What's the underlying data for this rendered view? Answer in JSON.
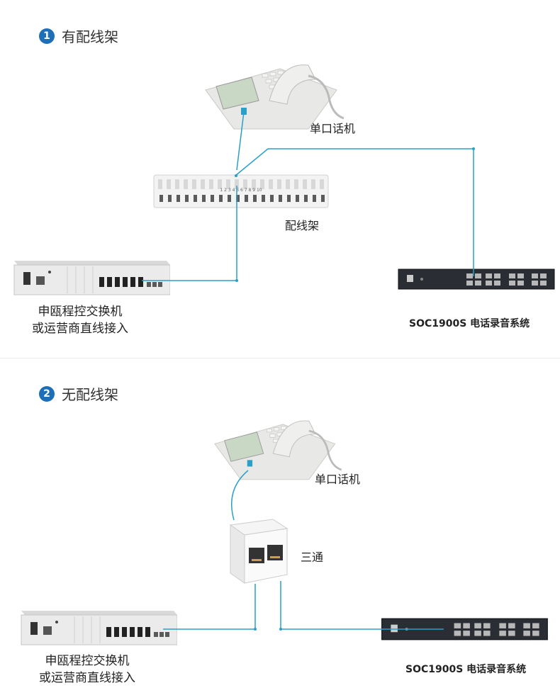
{
  "section1": {
    "badge": "1",
    "title": "有配线架",
    "phone_label": "单口话机",
    "frame_label": "配线架",
    "frame_markings": "1 2 3 4 5 6 7 8 9 10",
    "pbx_label_line1": "申瓯程控交换机",
    "pbx_label_line2": "或运营商直线接入",
    "recorder_label": "SOC1900S 电话录音系统"
  },
  "section2": {
    "badge": "2",
    "title": "无配线架",
    "phone_label": "单口话机",
    "splitter_label": "三通",
    "pbx_label_line1": "申瓯程控交换机",
    "pbx_label_line2": "或运营商直线接入",
    "recorder_label": "SOC1900S 电话录音系统"
  },
  "colors": {
    "wire": "#2aa0c8",
    "badge": "#1e6fb8",
    "device_dark": "#2a2d33",
    "device_light": "#e6e6e6"
  },
  "icons": [
    "telephone-icon",
    "patch-panel-icon",
    "pbx-icon",
    "recorder-icon",
    "splitter-icon"
  ]
}
